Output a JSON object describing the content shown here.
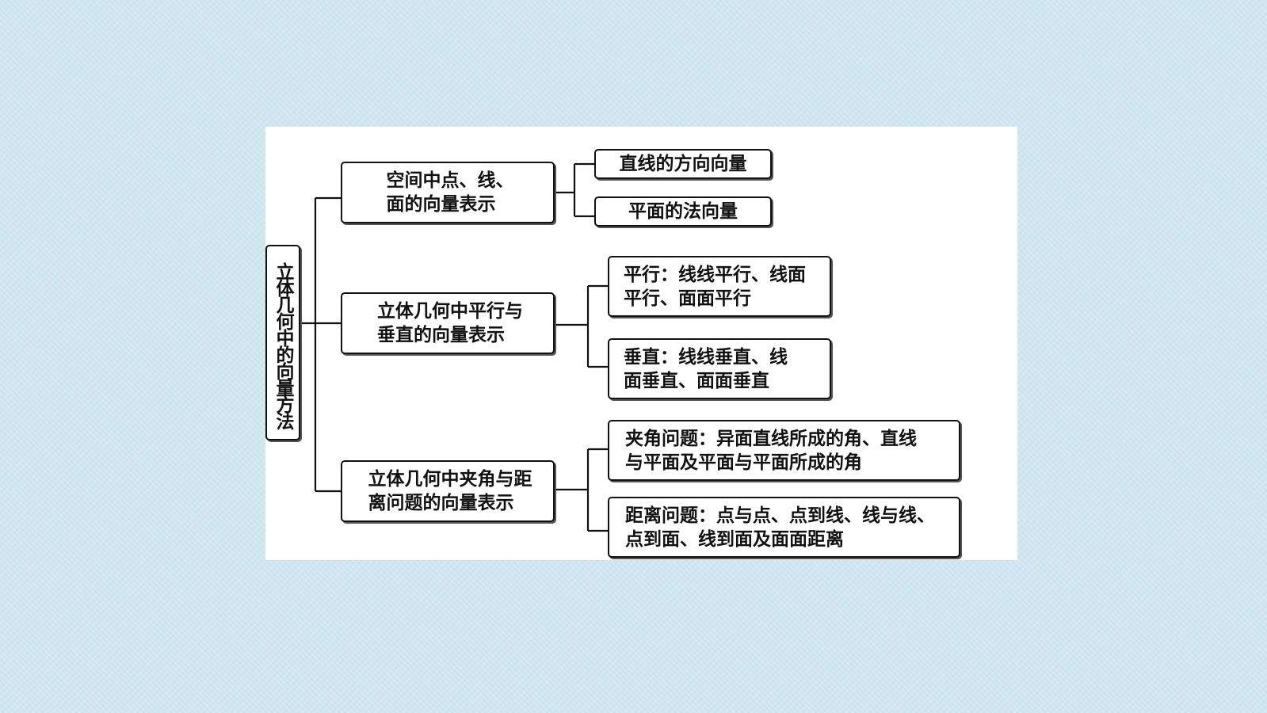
{
  "root": {
    "label": "立体几何中的向量方法"
  },
  "branches": [
    {
      "label": "空间中点、线、\n面的向量表示",
      "children": [
        "直线的方向向量",
        "平面的法向量"
      ]
    },
    {
      "label": "立体几何中平行与\n垂直的向量表示",
      "children": [
        "平行：线线平行、线面\n平行、面面平行",
        "垂直：线线垂直、线\n面垂直、面面垂直"
      ]
    },
    {
      "label": "立体几何中夹角与距\n离问题的向量表示",
      "children": [
        "夹角问题：异面直线所成的角、直线\n与平面及平面与平面所成的角",
        "距离问题：点与点、点到线、线与线、\n点到面、线到面及面面距离"
      ]
    }
  ]
}
